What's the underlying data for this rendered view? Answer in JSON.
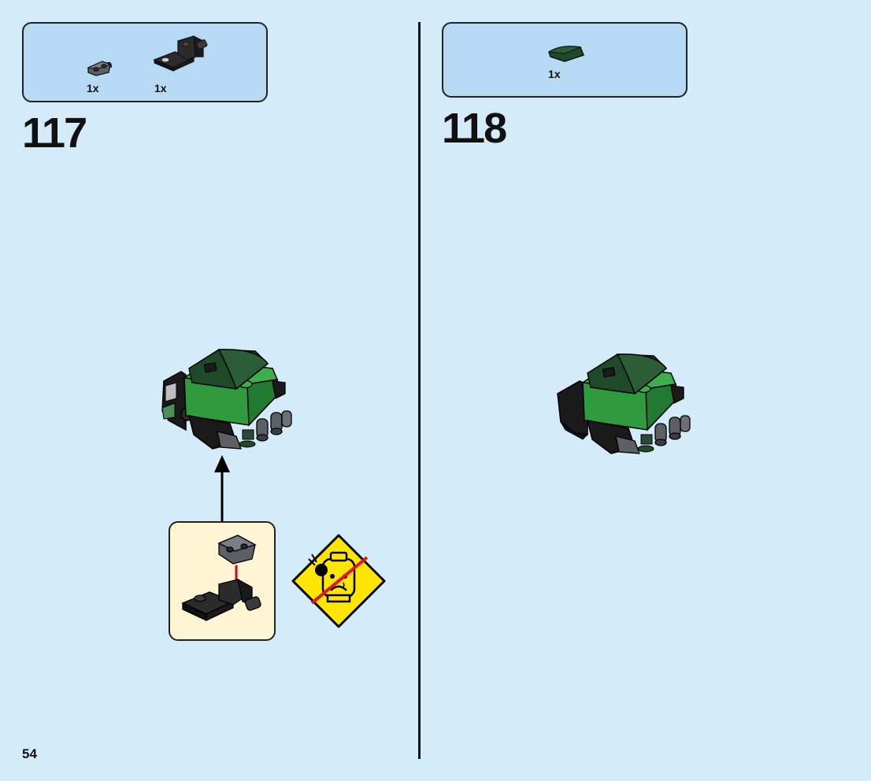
{
  "page": {
    "number": "54"
  },
  "steps": [
    {
      "number": "117",
      "parts": [
        {
          "icon": "dark-gray-clip-bracket-icon",
          "qty": "1x"
        },
        {
          "icon": "black-bracket-with-bar-icon",
          "qty": "1x"
        }
      ]
    },
    {
      "number": "118",
      "parts": [
        {
          "icon": "dark-green-curved-slope-icon",
          "qty": "1x"
        }
      ]
    }
  ],
  "colors": {
    "background": "#d4ebf9",
    "parts_box": "#b6daf3",
    "callout": "#fff4d4",
    "warning_yellow": "#ffe600",
    "warning_red": "#e3141c",
    "lego_green": "#2f9a3e",
    "lego_dark_green": "#1f4a2a",
    "lego_black": "#1a1a1a",
    "lego_gray": "#5c5f63",
    "insert_arrow": "#cc0a10"
  },
  "icons": {
    "assembly_arrow": "up-arrow-icon",
    "insert_arrow": "down-arrow-icon",
    "warning": "choking-hazard-warning-icon"
  }
}
